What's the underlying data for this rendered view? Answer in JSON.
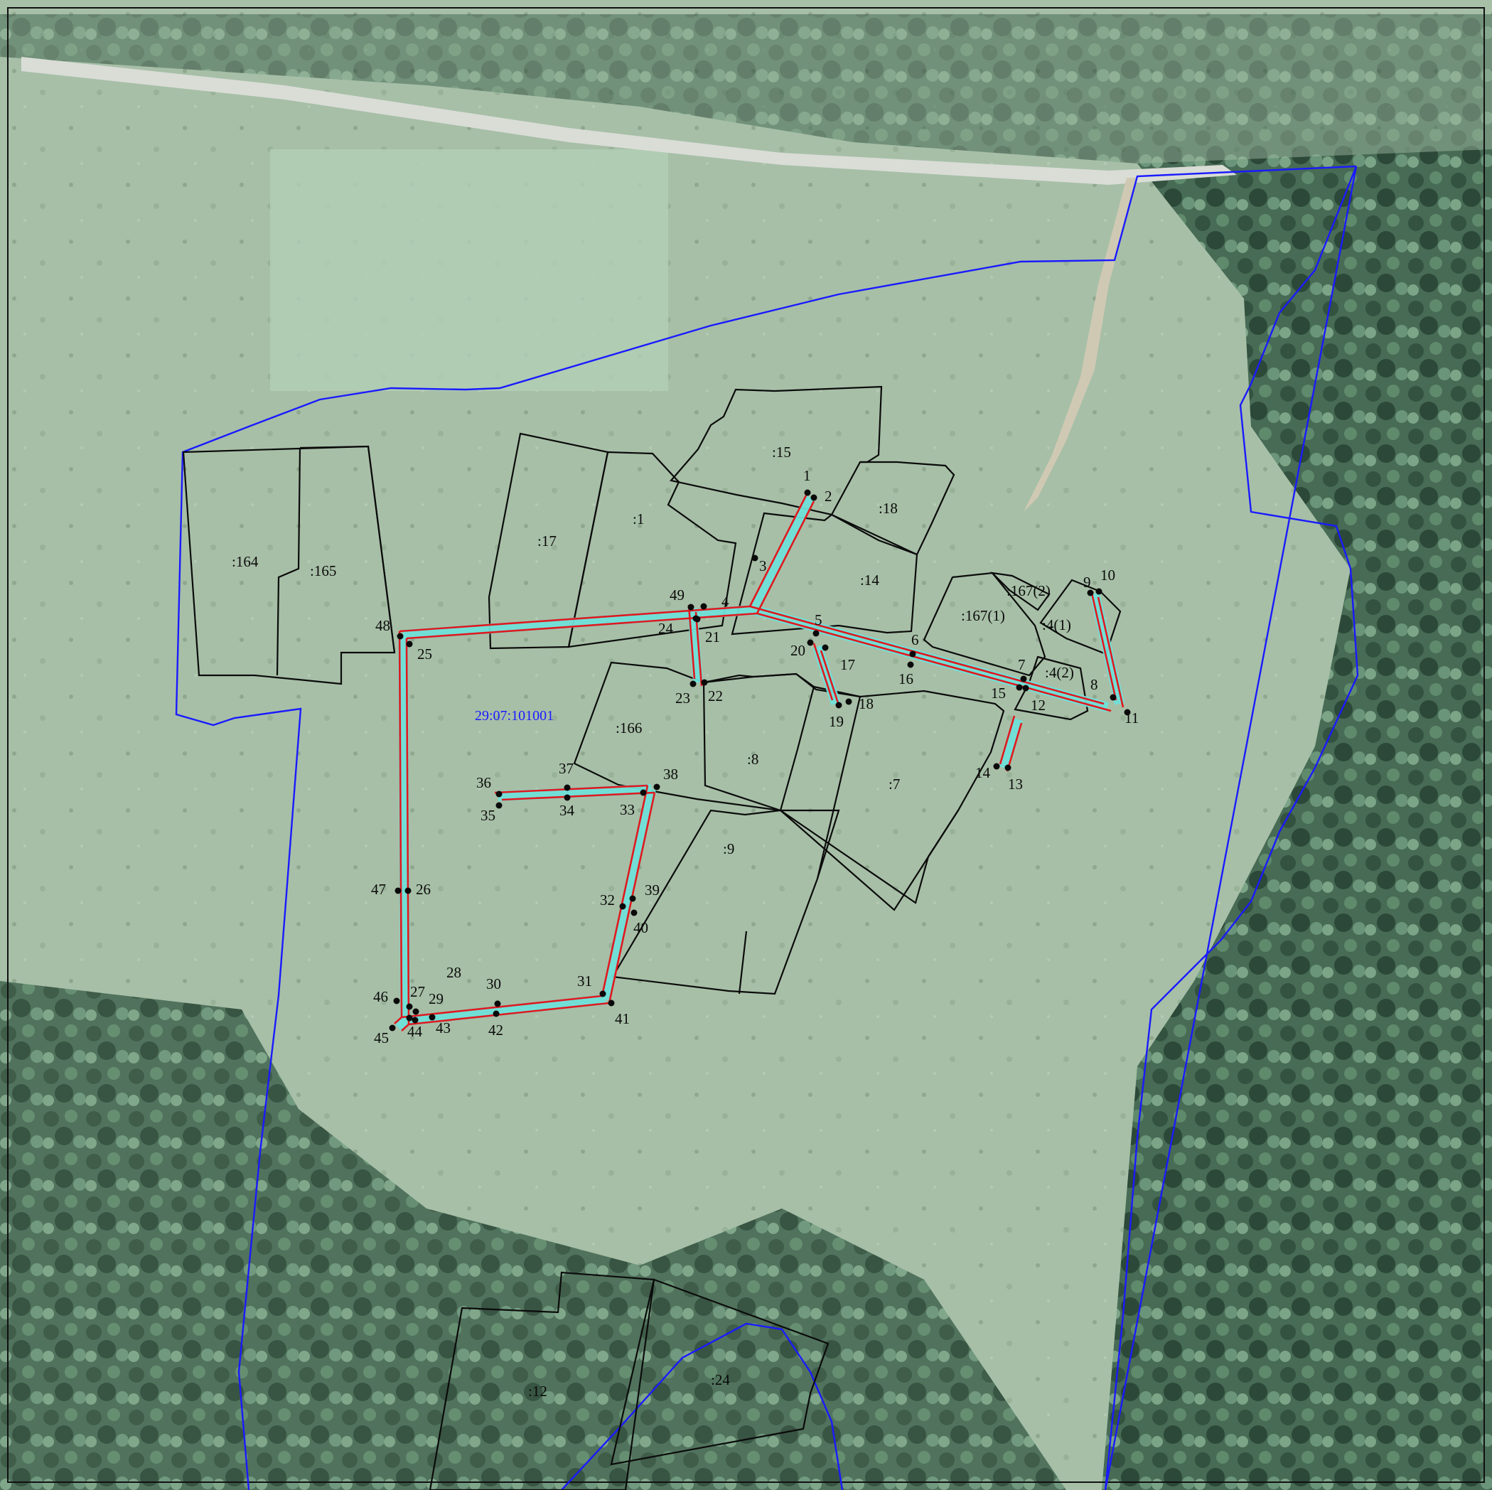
{
  "colors": {
    "quarter_boundary": "#1a1aff",
    "parcel_boundary": "#0b0b0b",
    "corridor_edge": "#e0191f",
    "corridor_fill": "#6fe0d8",
    "point": "#0a0a0a"
  },
  "cadastral_quarter": "29:07:101001",
  "parcels": [
    ":15",
    ":18",
    ":1",
    ":17",
    ":164",
    ":165",
    ":14",
    ":167(2)",
    ":4(1)",
    ":167(1)",
    ":4(2)",
    ":166",
    ":8",
    ":7",
    ":9",
    ":12",
    ":24"
  ],
  "points": [
    "1",
    "2",
    "3",
    "4",
    "5",
    "6",
    "7",
    "8",
    "9",
    "10",
    "11",
    "12",
    "13",
    "14",
    "15",
    "16",
    "17",
    "18",
    "19",
    "20",
    "21",
    "22",
    "23",
    "24",
    "25",
    "26",
    "27",
    "28",
    "29",
    "30",
    "31",
    "32",
    "33",
    "34",
    "35",
    "36",
    "37",
    "38",
    "39",
    "40",
    "41",
    "42",
    "43",
    "44",
    "45",
    "46",
    "47",
    "48",
    "49"
  ]
}
